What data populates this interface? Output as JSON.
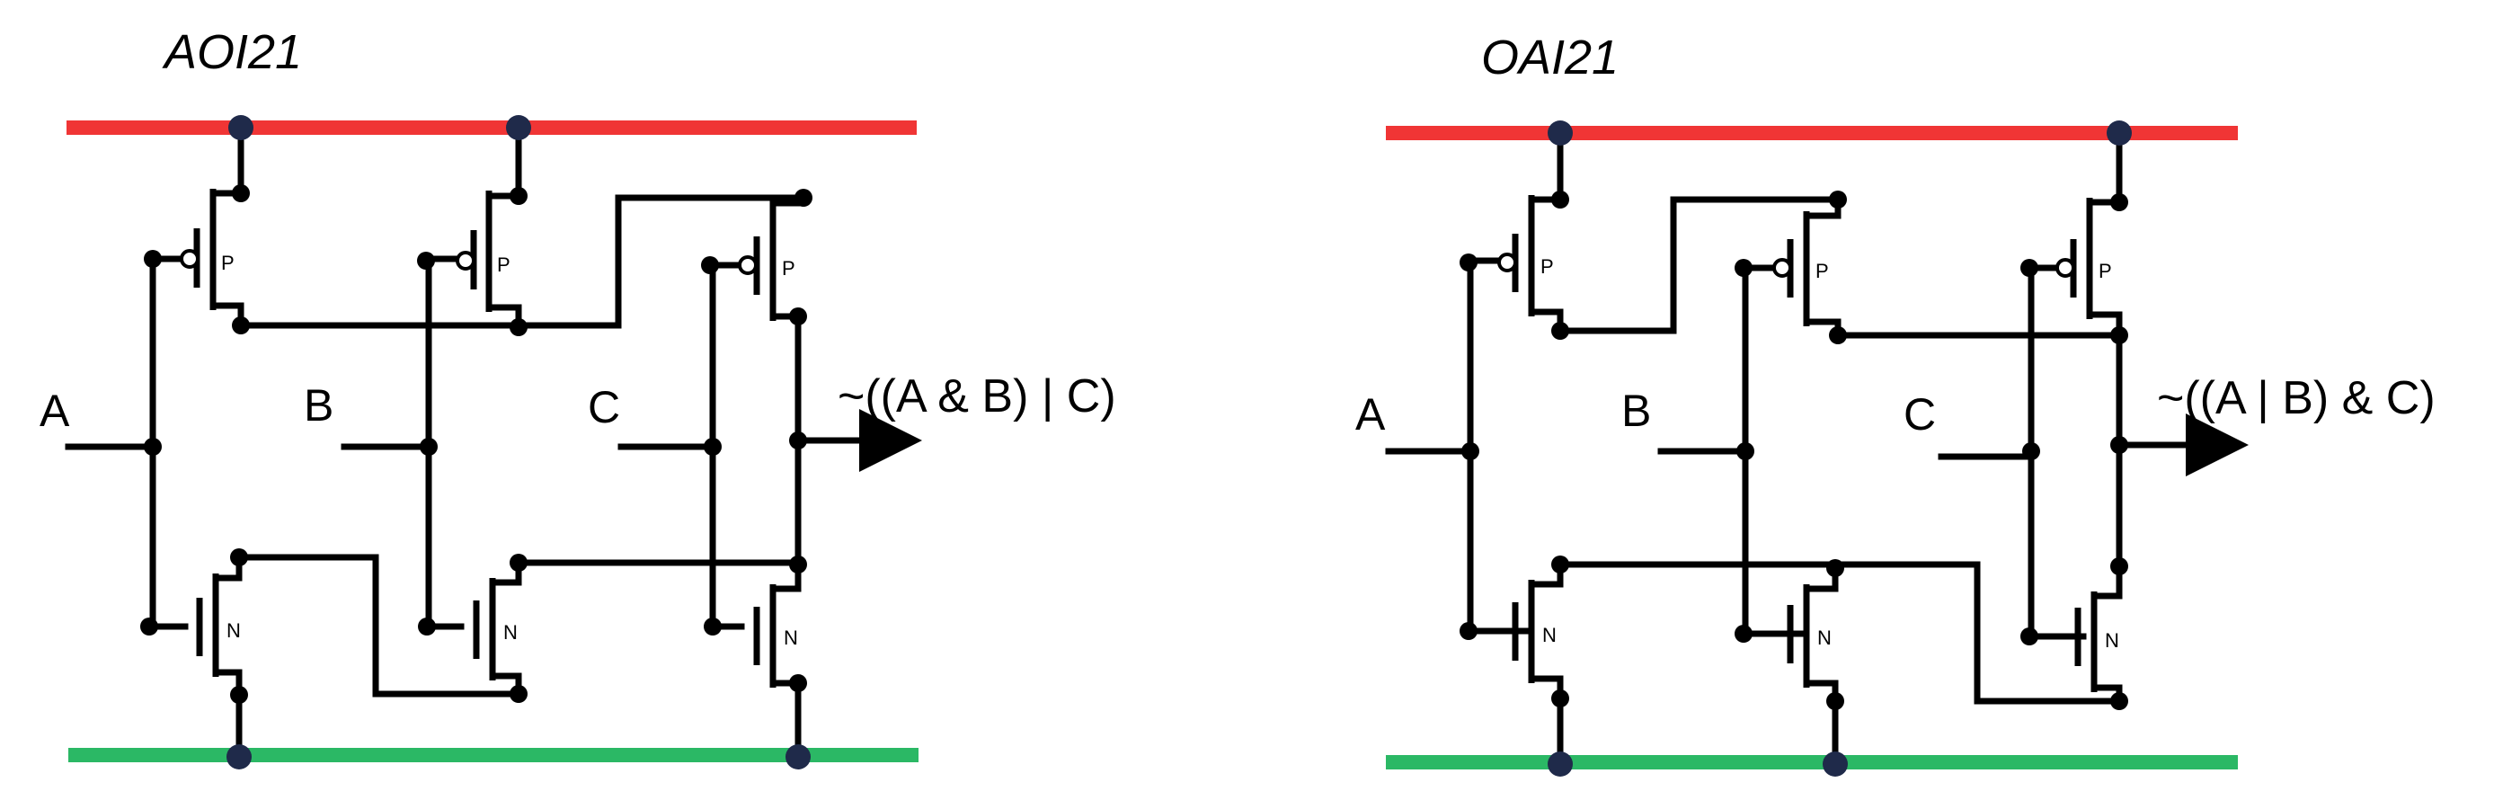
{
  "colors": {
    "vdd_rail": "#f03535",
    "gnd_rail": "#2bb865",
    "rail_dot": "#1f2a4a",
    "wire": "#000000"
  },
  "aoi21": {
    "title": "AOI21",
    "inputs": {
      "a": "A",
      "b": "B",
      "c": "C"
    },
    "output": "~((A & B) | C)",
    "pmos_label": "P",
    "nmos_label": "N"
  },
  "oai21": {
    "title": "OAI21",
    "inputs": {
      "a": "A",
      "b": "B",
      "c": "C"
    },
    "output": "~((A | B) & C)",
    "pmos_label": "P",
    "nmos_label": "N"
  }
}
